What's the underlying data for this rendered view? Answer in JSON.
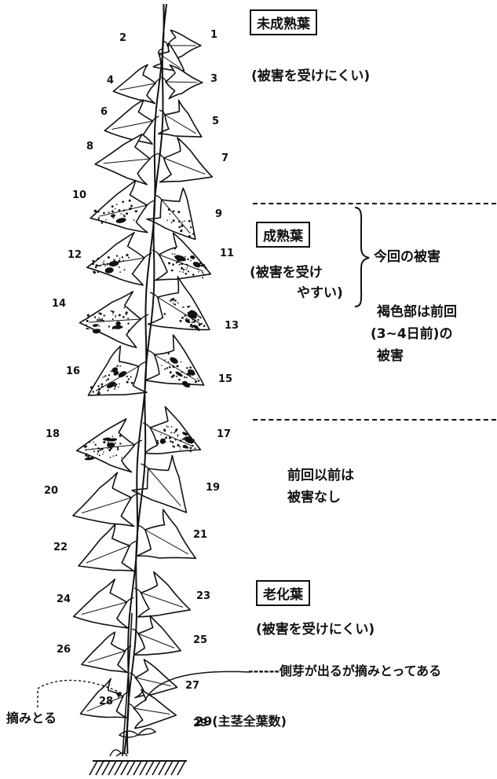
{
  "leaf_numbers": [
    "1",
    "2",
    "3",
    "4",
    "5",
    "6",
    "7",
    "8",
    "9",
    "10",
    "11",
    "12",
    "13",
    "14",
    "15",
    "16",
    "17",
    "18",
    "19",
    "20",
    "21",
    "22",
    "23",
    "24",
    "25",
    "26",
    "27",
    "28",
    "29"
  ],
  "sections": {
    "immature": {
      "title": "未成熟葉",
      "note": "(被害を受けにくい)"
    },
    "mature": {
      "title": "成熟葉",
      "note_line1": "(被害を受け",
      "note_line2": "やすい)",
      "damage_current": "今回の被害",
      "brown_line1": "褐色部は前回",
      "brown_line2": "(3~4日前)の",
      "brown_line3": "被害"
    },
    "no_damage": {
      "line1": "前回以前は",
      "line2": "被害なし"
    },
    "old": {
      "title": "老化葉",
      "note": "(被害を受けにくい)"
    }
  },
  "annotations": {
    "side_bud": "------側芽が出るが摘みとってある",
    "pinch": "摘みとる",
    "total_leaves": "29(主茎全葉数)"
  }
}
